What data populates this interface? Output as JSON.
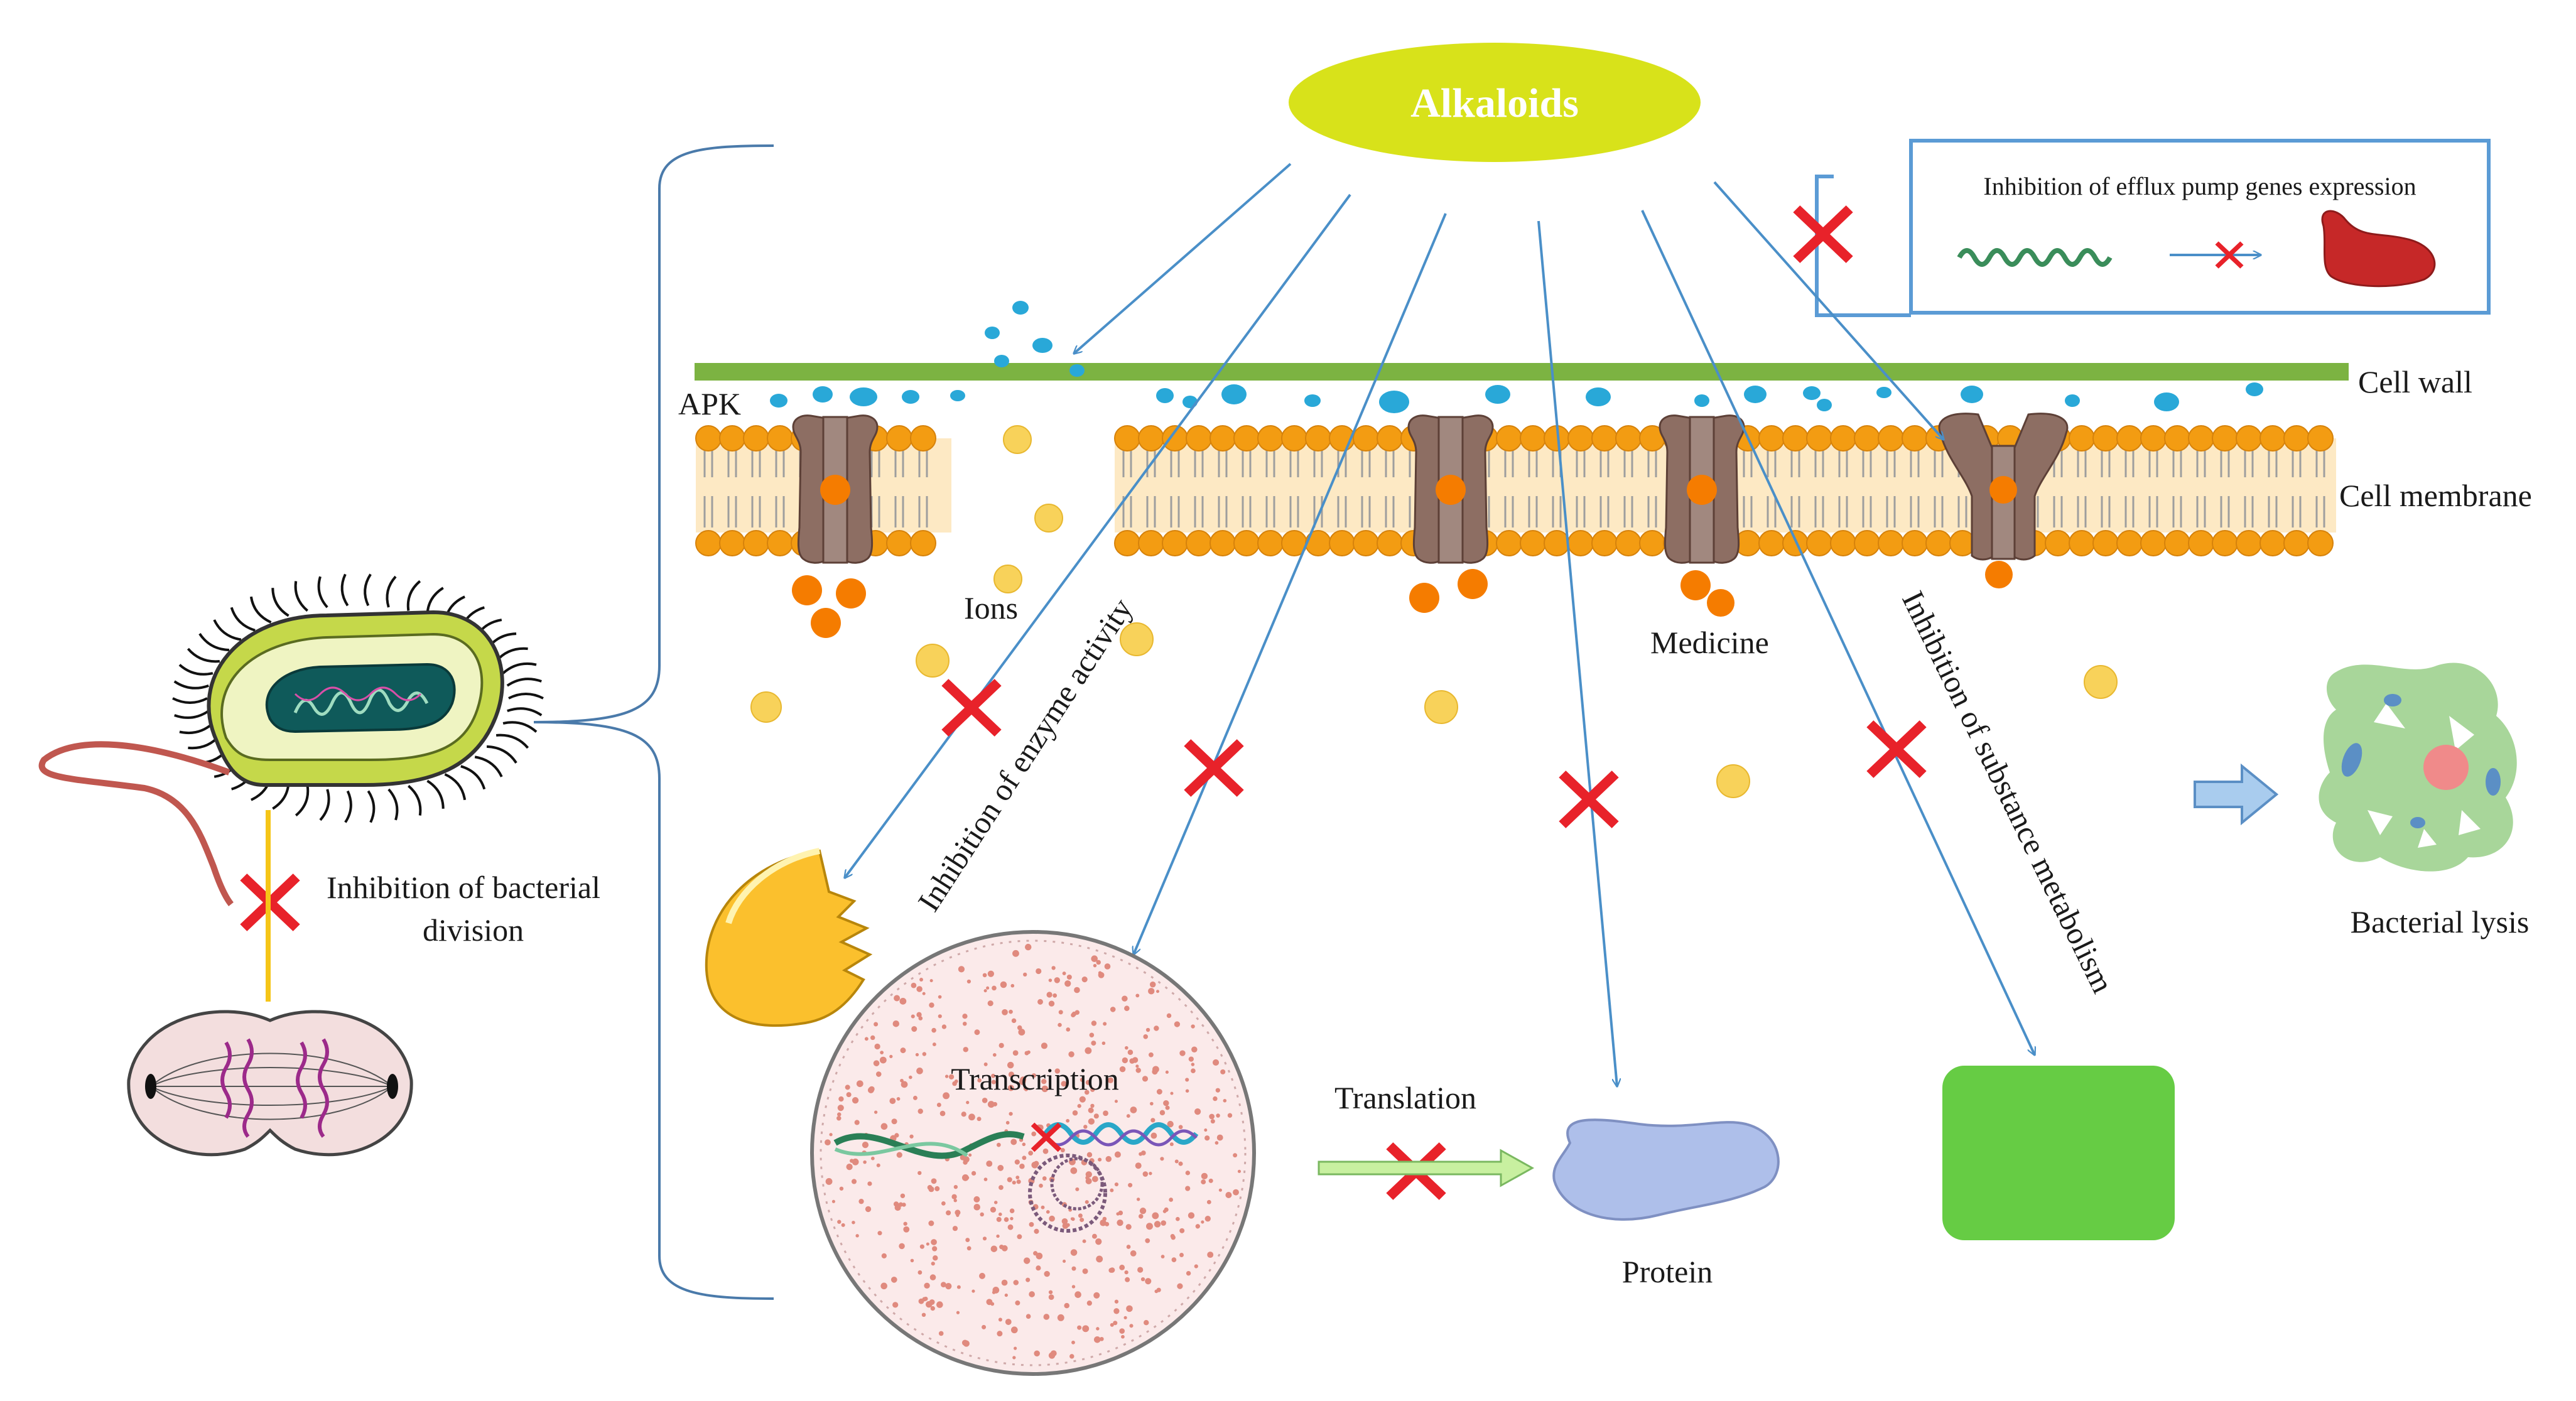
{
  "title": "Alkaloids",
  "labels": {
    "efflux": "Inhibition of efflux pump genes expression",
    "cell_wall": "Cell wall",
    "cell_membrane": "Cell membrane",
    "apk": "APK",
    "ions": "Ions",
    "medicine": "Medicine",
    "enzyme": "Inhibition of enzyme activity",
    "substance": "Inhibition of substance metabolism",
    "division_line1": "Inhibition of bacterial",
    "division_line2": "division",
    "transcription": "Transcription",
    "translation": "Translation",
    "protein": "Protein",
    "lysis": "Bacterial lysis"
  },
  "colors": {
    "arrow": "#4a8fc8",
    "cross": "#e8222a",
    "wall": "#7cb342",
    "lipid_head": "#f39c12",
    "channel": "#8d6e63",
    "ellipse": "#d8e21a",
    "metabolism": "#66cc44",
    "lysis": "#a8d69a"
  },
  "icons": [
    "cross-icon",
    "bacterium-icon",
    "dividing-cell-icon",
    "enzyme-icon",
    "nucleus-icon",
    "dna-icon",
    "protein-icon",
    "pump-protein-icon",
    "block-arrow-icon"
  ]
}
